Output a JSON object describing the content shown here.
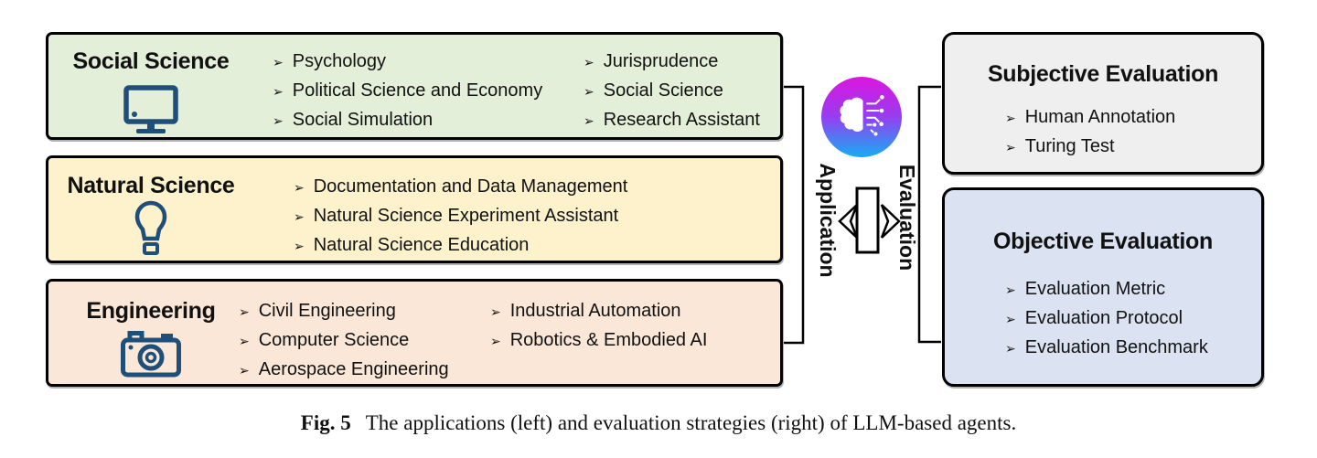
{
  "bullet_glyph": "➢",
  "colors": {
    "social_science_bg": "#E3EFD9",
    "natural_science_bg": "#FDF2CC",
    "engineering_bg": "#FBE7D7",
    "subjective_bg": "#EFEFEF",
    "objective_bg": "#DBE3F3",
    "icon_blue": "#1F4E79",
    "brain_gradient_top": "#DB16DF",
    "brain_gradient_bottom": "#16ADF4",
    "border": "#000000"
  },
  "left_boxes": [
    {
      "title": "Social Science",
      "icon": "monitor-icon",
      "col1": [
        "Psychology",
        "Political Science and Economy",
        "Social Simulation"
      ],
      "col2": [
        "Jurisprudence",
        "Social Science",
        "Research Assistant"
      ]
    },
    {
      "title": "Natural Science",
      "icon": "lightbulb-icon",
      "col1": [
        "Documentation and Data Management",
        "Natural Science Experiment Assistant",
        "Natural Science Education"
      ],
      "col2": []
    },
    {
      "title": "Engineering",
      "icon": "camera-icon",
      "col1": [
        "Civil Engineering",
        "Computer Science",
        "Aerospace Engineering"
      ],
      "col2": [
        "Industrial Automation",
        "Robotics & Embodied AI"
      ]
    }
  ],
  "center": {
    "left_label": "Application",
    "right_label": "Evaluation",
    "brain_icon": "ai-brain-icon"
  },
  "right_boxes": [
    {
      "title": "Subjective Evaluation",
      "items": [
        "Human Annotation",
        "Turing Test"
      ]
    },
    {
      "title": "Objective Evaluation",
      "items": [
        "Evaluation Metric",
        "Evaluation Protocol",
        "Evaluation Benchmark"
      ]
    }
  ],
  "caption": {
    "label": "Fig. 5",
    "text": "The applications (left) and evaluation strategies (right) of LLM-based agents."
  }
}
